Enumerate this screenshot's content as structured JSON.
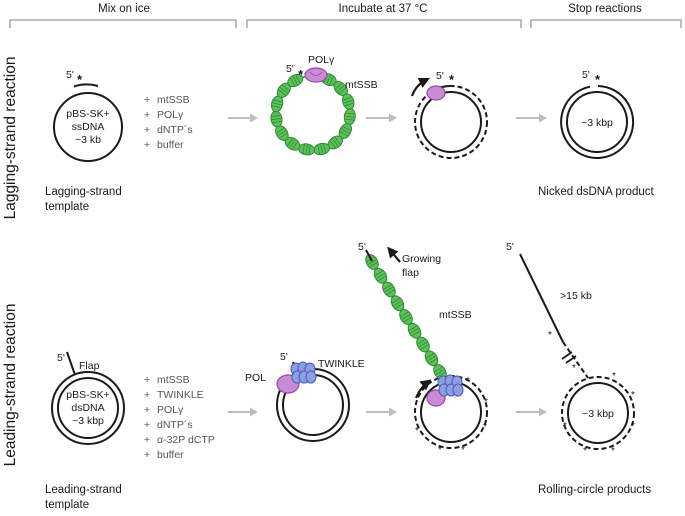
{
  "colors": {
    "ssb_fill": "#5cc05c",
    "ssb_stroke": "#2f8a2f",
    "polg_fill": "#c98ad6",
    "polg_stroke": "#9a4aaa",
    "twinkle_fill": "#8f9ee3",
    "twinkle_stroke": "#4a5cb5",
    "arrow_gray": "#bdbdbd",
    "bracket_gray": "#9a9a9a",
    "ink": "#1a1a1a"
  },
  "headers": {
    "mix": "Mix on ice",
    "incubate": "Incubate at 37 °C",
    "stop": "Stop reactions"
  },
  "side_labels": {
    "lagging": "Lagging-strand reaction",
    "leading": "Leading-strand reaction"
  },
  "common": {
    "five_prime": "5'",
    "star": "*",
    "plus": "+"
  },
  "lagging": {
    "template_line1": "pBS-SK+",
    "template_line2": "ssDNA",
    "template_line3": "~3 kb",
    "reagents": [
      "mtSSB",
      "POLγ",
      "dNTP´s",
      "buffer"
    ],
    "caption_line1": "Lagging-strand",
    "caption_line2": "template",
    "polg_label": "POLγ",
    "mtssb_label": "mtSSB",
    "product_size": "~3 kbp",
    "product_caption": "Nicked dsDNA product"
  },
  "leading": {
    "flap_label": "Flap",
    "template_line1": "pBS-SK+",
    "template_line2": "dsDNA",
    "template_line3": "~3 kbp",
    "reagents": [
      "mtSSB",
      "TWINKLE",
      "POLγ",
      "dNTP´s",
      "α-32P dCTP",
      "buffer"
    ],
    "caption_line1": "Leading-strand",
    "caption_line2": "template",
    "pol_label": "POL",
    "twinkle_label": "TWINKLE",
    "growing_line1": "Growing",
    "growing_line2": "flap",
    "mtssb_label": "mtSSB",
    "tail_length": ">15 kb",
    "product_size": "~3 kbp",
    "product_caption": "Rolling-circle products"
  }
}
